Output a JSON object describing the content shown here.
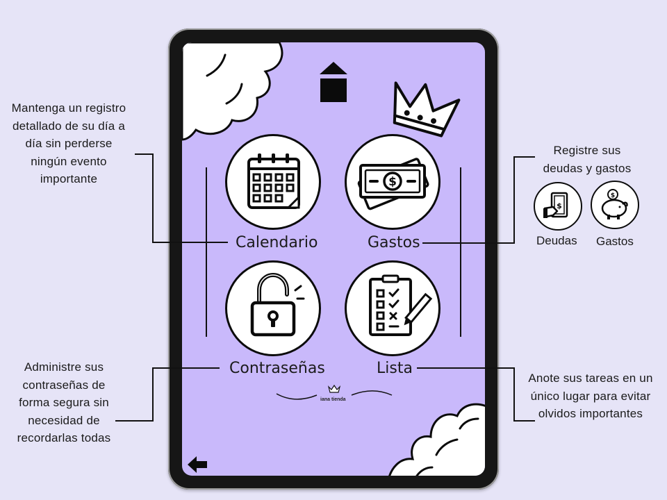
{
  "notes": {
    "calendar": "Mantenga un registro detallado de su día a día sin perderse ningún evento importante",
    "expenses": "Registre sus deudas y gastos",
    "passwords": "Administre sus contraseñas de forma segura sin necesidad de recordarlas todas",
    "list": "Anote sus tareas en un único lugar para evitar olvidos importantes"
  },
  "menu": {
    "calendar": "Calendario",
    "expenses": "Gastos",
    "passwords": "Contraseñas",
    "list": "Lista"
  },
  "expense_options": {
    "debts": "Deudas",
    "expenses": "Gastos"
  },
  "brand": {
    "name": "iana tienda"
  },
  "colors": {
    "screen": "#c9b9fb",
    "page": "#e6e4f7",
    "frame": "#161616"
  },
  "icons": [
    "home-icon",
    "crown-icon",
    "calendar-icon",
    "money-icon",
    "padlock-icon",
    "checklist-icon",
    "wallet-icon",
    "piggy-bank-icon",
    "back-arrow-icon"
  ]
}
